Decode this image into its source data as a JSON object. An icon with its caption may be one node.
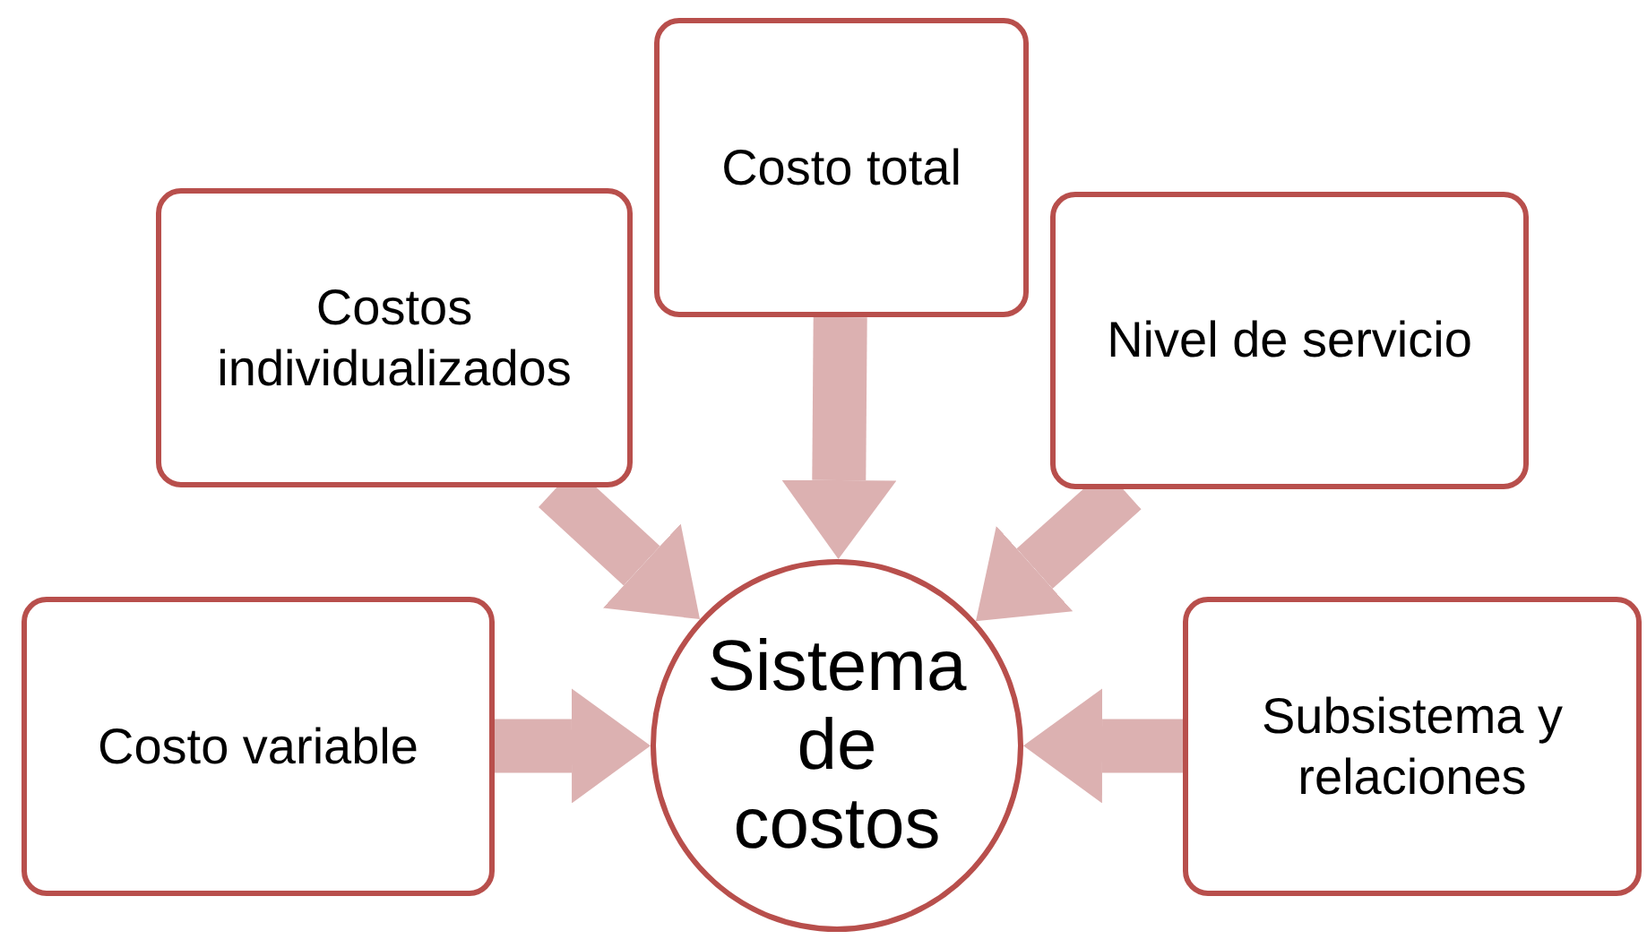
{
  "diagram": {
    "nodes": [
      {
        "text": [
          "Costo total"
        ]
      },
      {
        "text": [
          "Costos individualizados"
        ]
      },
      {
        "text": [
          "Nivel de servicio"
        ]
      },
      {
        "text": [
          "Costo variable"
        ]
      },
      {
        "text": [
          "Sistema de costos"
        ]
      },
      {
        "text": [
          "Subsistema y relaciones"
        ]
      }
    ],
    "edges": [
      {
        "from": 0,
        "to": 4,
        "arrow": "to"
      },
      {
        "from": 1,
        "to": 4,
        "arrow": "to"
      },
      {
        "from": 2,
        "to": 4,
        "arrow": "to"
      },
      {
        "from": 3,
        "to": 4,
        "arrow": "to"
      },
      {
        "from": 5,
        "to": 4,
        "arrow": "to"
      }
    ]
  }
}
